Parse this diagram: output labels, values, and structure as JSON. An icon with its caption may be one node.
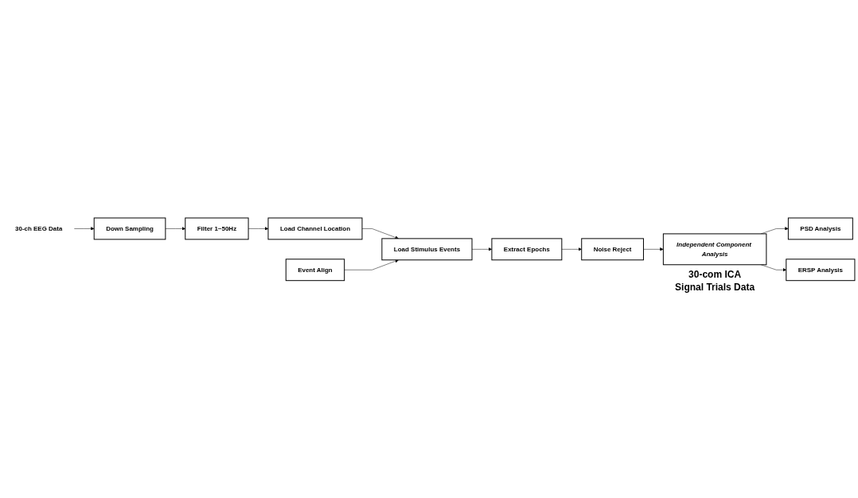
{
  "diagram": {
    "nodes": [
      {
        "text": [
          "30-ch EEG Data"
        ]
      },
      {
        "text": [
          "Down Sampling"
        ]
      },
      {
        "text": [
          "Filter 1~50Hz"
        ]
      },
      {
        "text": [
          "Load Channel Location"
        ]
      },
      {
        "text": [
          "Load Stimulus Events"
        ]
      },
      {
        "text": [
          "Event Align"
        ]
      },
      {
        "text": [
          "Extract Epochs"
        ]
      },
      {
        "text": [
          "Noise Reject"
        ]
      },
      {
        "text": [
          "Independent Component Analysis"
        ],
        "beside": [
          "30-com ICA",
          "Signal Trials Data"
        ]
      },
      {
        "text": [
          "PSD Analysis"
        ]
      },
      {
        "text": [
          "ERSP Analysis"
        ]
      }
    ],
    "edges": [
      {
        "from": 0,
        "to": 1,
        "arrow": "to"
      },
      {
        "from": 1,
        "to": 2,
        "arrow": "to"
      },
      {
        "from": 2,
        "to": 3,
        "arrow": "to"
      },
      {
        "from": 3,
        "to": 4,
        "arrow": "to"
      },
      {
        "from": 5,
        "to": 4,
        "arrow": "to"
      },
      {
        "from": 4,
        "to": 6,
        "arrow": "to"
      },
      {
        "from": 6,
        "to": 7,
        "arrow": "to"
      },
      {
        "from": 7,
        "to": 8,
        "arrow": "to"
      },
      {
        "from": 8,
        "to": 9,
        "arrow": "to"
      },
      {
        "from": 8,
        "to": 10,
        "arrow": "to"
      }
    ]
  }
}
